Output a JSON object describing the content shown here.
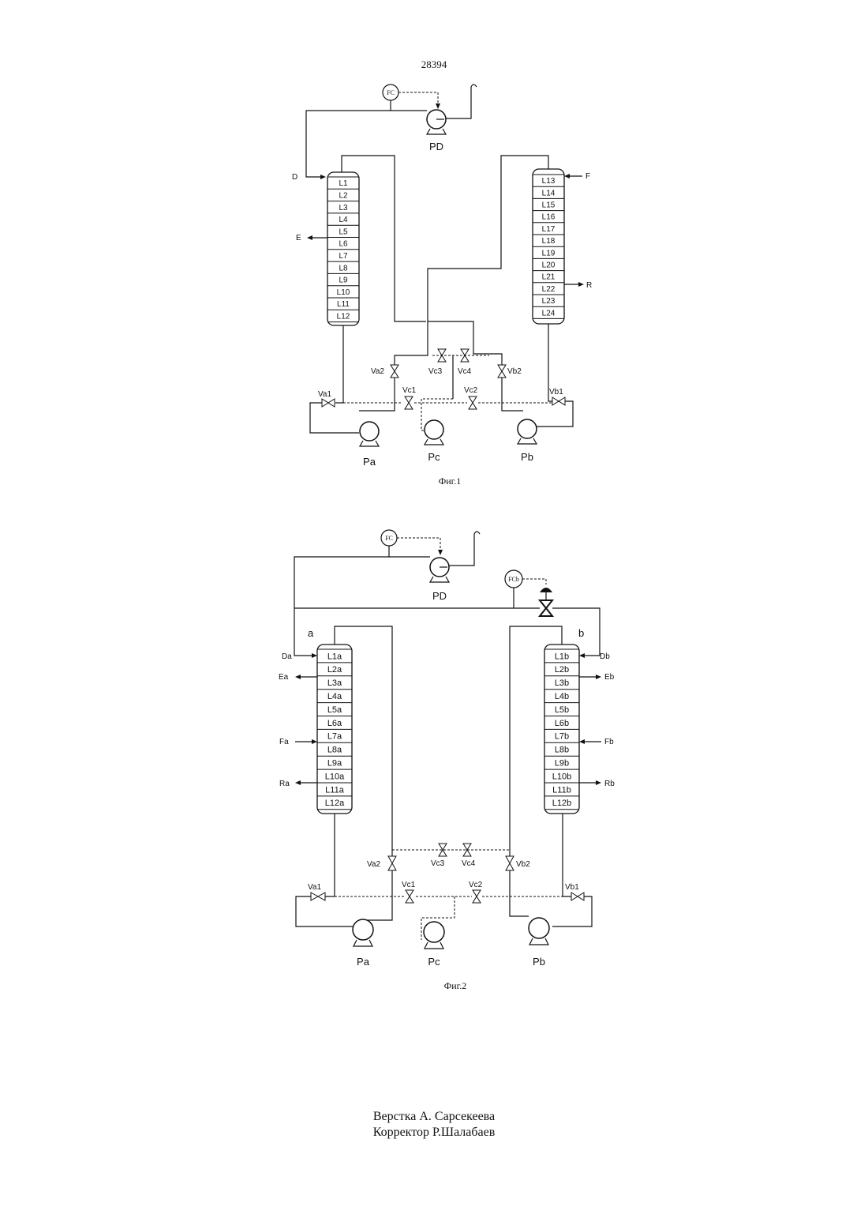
{
  "page_number": "28394",
  "figure1": {
    "caption": "Фиг.1",
    "controller": "FC",
    "pump_top": "PD",
    "column_left": [
      "L1",
      "L2",
      "L3",
      "L4",
      "L5",
      "L6",
      "L7",
      "L8",
      "L9",
      "L10",
      "L11",
      "L12"
    ],
    "column_right": [
      "L13",
      "L14",
      "L15",
      "L16",
      "L17",
      "L18",
      "L19",
      "L20",
      "L21",
      "L22",
      "L23",
      "L24"
    ],
    "streams": {
      "d": "D",
      "e": "E",
      "f": "F",
      "r": "R"
    },
    "valves": {
      "va1": "Va1",
      "va2": "Va2",
      "vb1": "Vb1",
      "vb2": "Vb2",
      "vc1": "Vc1",
      "vc2": "Vc2",
      "vc3": "Vc3",
      "vc4": "Vc4"
    },
    "pumps": {
      "pa": "Pa",
      "pc": "Pc",
      "pb": "Pb"
    }
  },
  "figure2": {
    "caption": "Фиг.2",
    "controller": "FC",
    "controller_b": "FCb",
    "pump_top": "PD",
    "section_a": "a",
    "section_b": "b",
    "column_left": [
      "L1a",
      "L2a",
      "L3a",
      "L4a",
      "L5a",
      "L6a",
      "L7a",
      "L8a",
      "L9a",
      "L10a",
      "L11a",
      "L12a"
    ],
    "column_right": [
      "L1b",
      "L2b",
      "L3b",
      "L4b",
      "L5b",
      "L6b",
      "L7b",
      "L8b",
      "L9b",
      "L10b",
      "L11b",
      "L12b"
    ],
    "streams": {
      "da": "Da",
      "db": "Db",
      "ea": "Ea",
      "eb": "Eb",
      "fa": "Fa",
      "fb": "Fb",
      "ra": "Ra",
      "rb": "Rb"
    },
    "valves": {
      "va1": "Va1",
      "va2": "Va2",
      "vb1": "Vb1",
      "vb2": "Vb2",
      "vc1": "Vc1",
      "vc2": "Vc2",
      "vc3": "Vc3",
      "vc4": "Vc4"
    },
    "pumps": {
      "pa": "Pa",
      "pc": "Pc",
      "pb": "Pb"
    }
  },
  "footer": {
    "line1": "Верстка А. Сарсекеева",
    "line2": "Корректор Р.Шалабаев"
  }
}
